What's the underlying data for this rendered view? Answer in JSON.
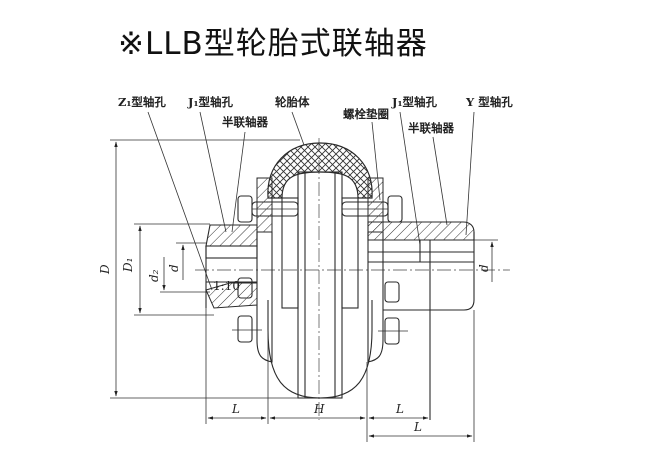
{
  "title": "※LLB型轮胎式联轴器",
  "labels": {
    "z1_bore": "Z₁型轴孔",
    "j1_bore_left": "J₁型轴孔",
    "half_coupling_left": "半联轴器",
    "tire_body": "轮胎体",
    "bolt_washer": "螺栓垫圈",
    "j1_bore_right": "J₁型轴孔",
    "half_coupling_right": "半联轴器",
    "y_bore": "Y 型轴孔"
  },
  "dimensions": {
    "D": "D",
    "D1": "D₁",
    "d2": "d₂",
    "d_left": "d",
    "d_right": "d",
    "taper": "1:10",
    "L_left": "L",
    "H": "H",
    "L_right_short": "L",
    "L_right_long": "L"
  },
  "colors": {
    "line": "#2a2a2a",
    "hatch": "#444444",
    "background": "#ffffff"
  }
}
